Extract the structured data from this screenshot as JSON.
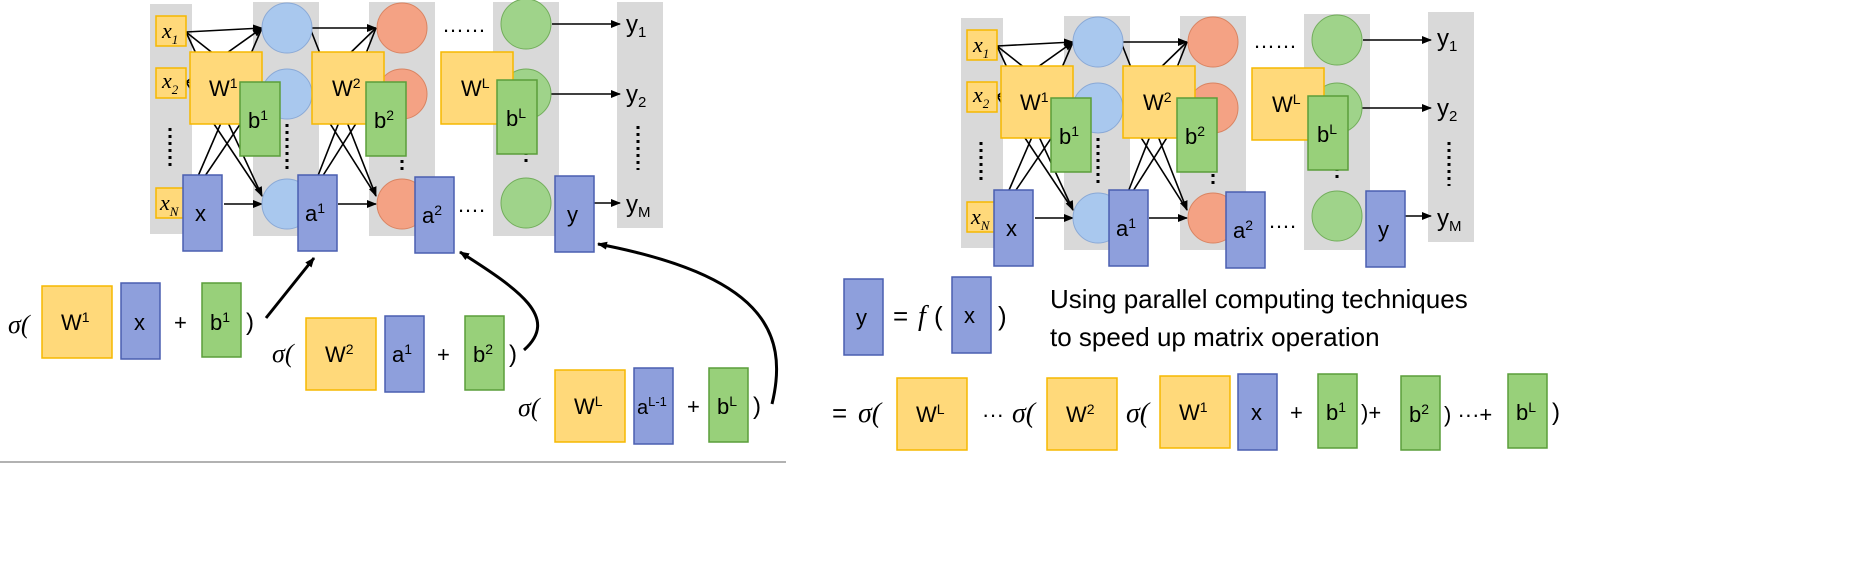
{
  "left_diagram": {
    "inputs": [
      "x",
      "x",
      "x"
    ],
    "input_subscripts": [
      "1",
      "2",
      "N"
    ],
    "outputs": [
      "y",
      "y",
      "y"
    ],
    "output_subscripts": [
      "1",
      "2",
      "M"
    ],
    "weights": [
      {
        "base": "W",
        "sup": "1"
      },
      {
        "base": "W",
        "sup": "2"
      },
      {
        "base": "W",
        "sup": "L"
      }
    ],
    "biases": [
      {
        "base": "b",
        "sup": "1"
      },
      {
        "base": "b",
        "sup": "2"
      },
      {
        "base": "b",
        "sup": "L"
      }
    ],
    "vectors": [
      {
        "base": "x",
        "sup": ""
      },
      {
        "base": "a",
        "sup": "1"
      },
      {
        "base": "a",
        "sup": "2"
      },
      {
        "base": "y",
        "sup": ""
      }
    ],
    "dots_long": "……",
    "dots_short": "….",
    "formulas": [
      {
        "sigma": "σ(",
        "w": {
          "base": "W",
          "sup": "1"
        },
        "v": {
          "base": "x",
          "sup": ""
        },
        "plus": "+",
        "b": {
          "base": "b",
          "sup": "1"
        },
        "close": ")"
      },
      {
        "sigma": "σ(",
        "w": {
          "base": "W",
          "sup": "2"
        },
        "v": {
          "base": "a",
          "sup": "1"
        },
        "plus": "+",
        "b": {
          "base": "b",
          "sup": "2"
        },
        "close": ")"
      },
      {
        "sigma": "σ(",
        "w": {
          "base": "W",
          "sup": "L"
        },
        "v": {
          "base": "a",
          "sup": "L-1"
        },
        "plus": "+",
        "b": {
          "base": "b",
          "sup": "L"
        },
        "close": ")"
      }
    ]
  },
  "right_diagram": {
    "equation1": {
      "y": "y",
      "eq": "=",
      "f": "f",
      "open": "(",
      "x": "x",
      "close": ")"
    },
    "note_line1": "Using parallel computing techniques",
    "note_line2": "to speed up matrix operation",
    "equation2": {
      "eq": "=",
      "sigma": "σ(",
      "dots": "···",
      "plus": "+",
      "close_plus": ")+",
      "close": ")",
      "close_dots_plus": ")  ···+"
    }
  },
  "colors": {
    "weight_fill": "#ffd97a",
    "weight_border": "#f5b800",
    "bias_fill": "#98d07a",
    "bias_border": "#5a9e3a",
    "vector_fill": "#8e9fdc",
    "vector_border": "#4a5fb0",
    "input_fill": "#ffd97a",
    "layer1_node": "#a9c8ee",
    "layer2_node": "#f4a284",
    "layerL_node": "#9fd38a",
    "column_bg": "#d9d9d9"
  }
}
